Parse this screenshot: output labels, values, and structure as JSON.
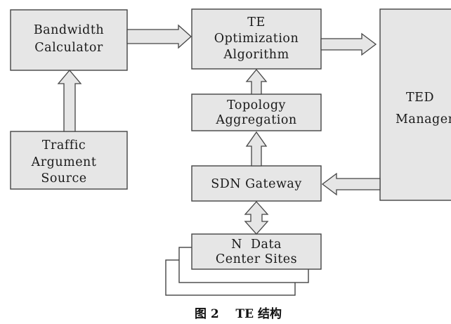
{
  "diagram": {
    "nodes": {
      "bandwidth_calculator": [
        "Bandwidth",
        "Calculator"
      ],
      "traffic_argument_source": [
        "Traffic",
        "Argument",
        "Source"
      ],
      "te_optimization_algorithm": [
        "TE",
        "Optimization",
        "Algorithm"
      ],
      "topology_aggregation": [
        "Topology",
        "Aggregation"
      ],
      "sdn_gateway": [
        "SDN Gateway"
      ],
      "n_data_center_sites": [
        "N  Data",
        "Center Sites"
      ],
      "ted_manager": [
        "TED",
        "Manager"
      ]
    },
    "caption": "图 2    TE 结构"
  },
  "colors": {
    "box_fill": "#e6e6e6",
    "stroke": "#444444",
    "text": "#1a1a1a"
  }
}
